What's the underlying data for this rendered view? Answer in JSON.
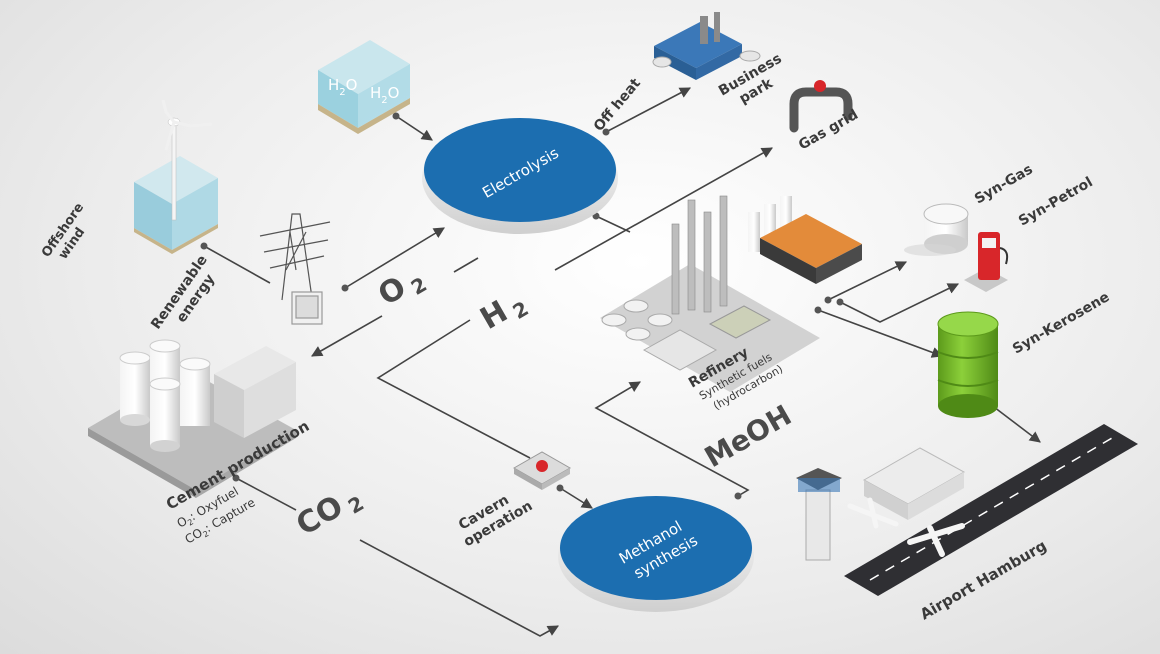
{
  "colors": {
    "disc_blue": "#1c6eb0",
    "line": "#444444",
    "water": "#7fc3d6",
    "barrel_green": "#79b92a",
    "pump_red": "#d8262a",
    "runway": "#2f2f33"
  },
  "processes": {
    "electrolysis": "Electrolysis",
    "methanol_line1": "Methanol",
    "methanol_line2": "synthesis"
  },
  "molecules": {
    "o2_main": "O",
    "o2_sub": "2",
    "h2_main": "H",
    "h2_sub": "2",
    "co2_main": "CO",
    "co2_sub": "2",
    "meoh": "MeOH",
    "water_h": "H",
    "water_2": "2",
    "water_o": "O"
  },
  "nodes": {
    "offshore_line1": "Offshore",
    "offshore_line2": "wind",
    "renewable_line1": "Renewable",
    "renewable_line2": "energy",
    "cement_title": "Cement production",
    "cement_o2": "O",
    "cement_o2_sub": "2",
    "cement_o2_rest": ": Oxyfuel",
    "cement_co2": "CO",
    "cement_co2_sub": "2",
    "cement_co2_rest": ": Capture",
    "off_heat": "Off heat",
    "business_line1": "Business",
    "business_line2": "park",
    "gas_grid": "Gas grid",
    "refinery_title": "Refinery",
    "refinery_sub1": "Synthetic fuels",
    "refinery_sub2": "(hydrocarbon)",
    "cavern_line1": "Cavern",
    "cavern_line2": "operation",
    "syn_gas": "Syn-Gas",
    "syn_petrol": "Syn-Petrol",
    "syn_kerosene": "Syn-Kerosene",
    "airport": "Airport Hamburg"
  }
}
